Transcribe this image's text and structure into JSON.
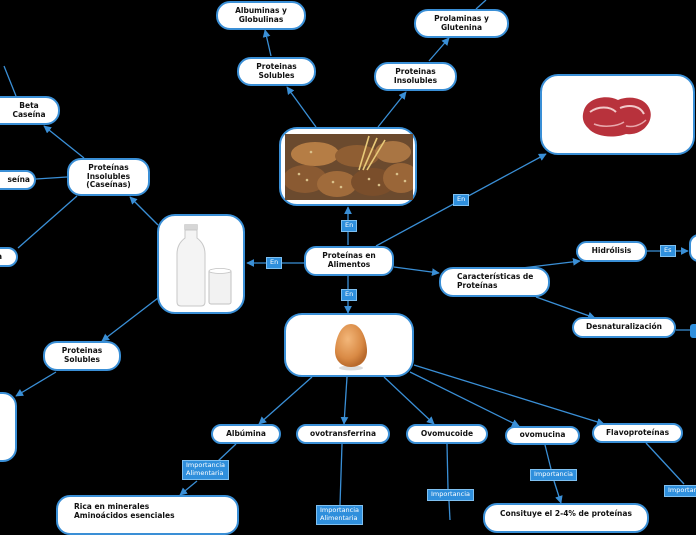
{
  "nodes": {
    "root": "Proteínas en\nAlimentos",
    "soluble_top": "Proteinas\nSolubles",
    "insoluble_top": "Proteinas\nInsolubles",
    "albuminas_globulinas": "Albuminas y\nGlobulinas",
    "prolaminas_glutenina": "Prolaminas y\nGlutenina",
    "caracteristicas": "Características de\nProteínas",
    "hidrolisis": "Hidrólisis",
    "desnaturalizacion": "Desnaturalización",
    "insolubles_caseinas": "Proteínas\nInsolubles\n(Caseínas)",
    "beta_caseina": "Beta\nCaseína",
    "caseina_partial": "seína",
    "a_partial": "a",
    "solubles_milk": "Proteinas\nSolubles",
    "albumina": "Albúmina",
    "ovotransferrina": "ovotransferrina",
    "ovomucoide": "Ovomucoide",
    "ovomucina": "ovomucina",
    "flavoproteinas": "Flavoproteínas",
    "rica_minerales": "Rica en minerales\nAminoácidos esenciales",
    "constituye": "Consituye el 2-4% de proteínas"
  },
  "labels": {
    "en_top": "En",
    "en_left": "En",
    "en_bottom": "En",
    "en_meat": "En",
    "es": "Es",
    "imp_albumina": "Importancia\nAlimentaria",
    "imp_ovotransferrina": "Importancia\nAlimentaria",
    "imp_ovomucoide": "Importancia",
    "imp_ovomucina": "Importancia",
    "imp_flavo": "Importan"
  },
  "icons": [
    "bread-image",
    "milk-image",
    "egg-image",
    "meat-image"
  ],
  "colors": {
    "background": "#000000",
    "line": "#3a8fd6",
    "label_bg": "#2f8fdc",
    "node_bg": "#ffffff"
  }
}
